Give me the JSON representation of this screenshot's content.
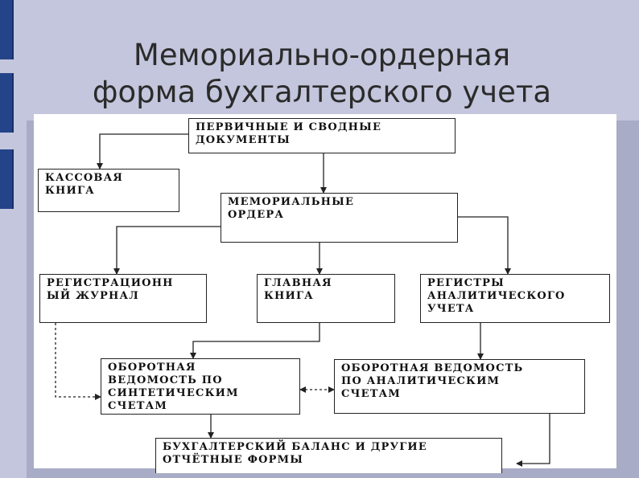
{
  "slide": {
    "title_line1": "Мемориально-ордерная",
    "title_line2": "форма бухгалтерского учета"
  },
  "diagram": {
    "nodes": {
      "primary_docs": "ПЕРВИЧНЫЕ И СВОДНЫЕ\nДОКУМЕНТЫ",
      "cash_book": "КАССОВАЯ\nКНИГА",
      "memorial_orders": "МЕМОРИАЛЬНЫЕ\nОРДЕРА",
      "registration_journal": "РЕГИСТРАЦИОНН\nЫЙ ЖУРНАЛ",
      "general_ledger": "ГЛАВНАЯ\nКНИГА",
      "analytical_registers": "РЕГИСТРЫ\nАНАЛИТИЧЕСКОГО\nУЧЕТА",
      "synthetic_turnover": "ОБОРОТНАЯ\nВЕДОМОСТЬ ПО\nСИНТЕТИЧЕСКИМ\nСЧЕТАМ",
      "analytical_turnover": "ОБОРОТНАЯ ВЕДОМОСТЬ\nПО АНАЛИТИЧЕСКИМ\nСЧЕТАМ",
      "balance_sheet": "БУХГАЛТЕРСКИЙ БАЛАНС И ДРУГИЕ\nОТЧЁТНЫЕ ФОРМЫ"
    },
    "edges": [
      {
        "from": "primary_docs",
        "to": "cash_book",
        "style": "solid"
      },
      {
        "from": "primary_docs",
        "to": "memorial_orders",
        "style": "solid"
      },
      {
        "from": "memorial_orders",
        "to": "registration_journal",
        "style": "solid"
      },
      {
        "from": "memorial_orders",
        "to": "general_ledger",
        "style": "solid"
      },
      {
        "from": "memorial_orders",
        "to": "analytical_registers",
        "style": "solid"
      },
      {
        "from": "registration_journal",
        "to": "synthetic_turnover",
        "style": "dashed"
      },
      {
        "from": "general_ledger",
        "to": "synthetic_turnover",
        "style": "solid"
      },
      {
        "from": "analytical_registers",
        "to": "analytical_turnover",
        "style": "solid"
      },
      {
        "from": "synthetic_turnover",
        "to": "analytical_turnover",
        "style": "dashed-bidirectional"
      },
      {
        "from": "synthetic_turnover",
        "to": "balance_sheet",
        "style": "solid"
      },
      {
        "from": "analytical_turnover",
        "to": "balance_sheet",
        "style": "solid"
      }
    ]
  }
}
